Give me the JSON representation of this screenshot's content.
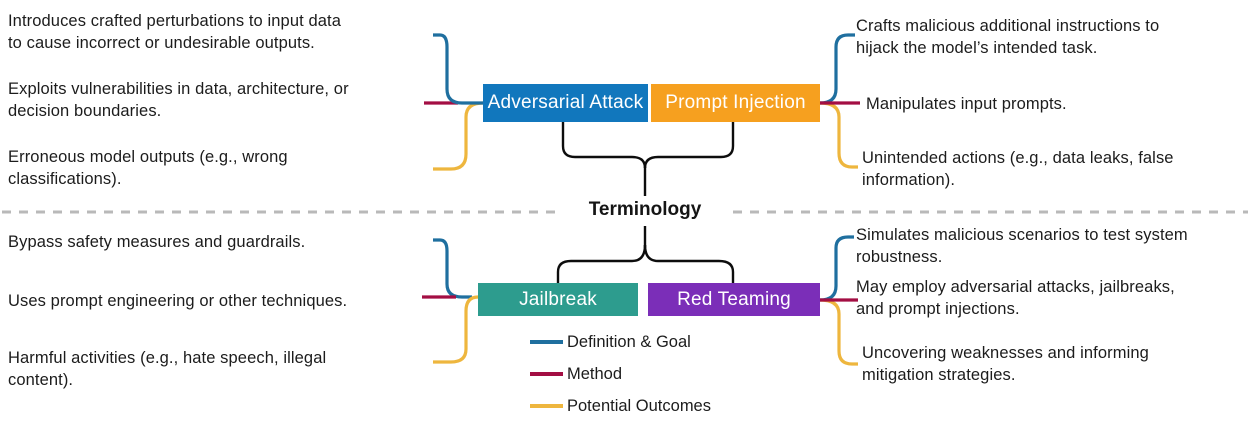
{
  "title": "Terminology",
  "colors": {
    "definition_goal": "#1f6f9f",
    "method": "#a30e43",
    "potential_outcomes": "#eeb63e",
    "adversarial_attack_box": "#1177bd",
    "prompt_injection_box": "#f6a01f",
    "jailbreak_box": "#2d9c8e",
    "red_teaming_box": "#7b2eb8",
    "divider_gray": "#b9b9b9",
    "connector_black": "#0d0d0d"
  },
  "terms": {
    "adversarial_attack": {
      "label": "Adversarial Attack"
    },
    "prompt_injection": {
      "label": "Prompt Injection"
    },
    "jailbreak": {
      "label": "Jailbreak"
    },
    "red_teaming": {
      "label": "Red Teaming"
    }
  },
  "notes": {
    "adversarial_attack": {
      "definition_goal": "Introduces crafted perturbations to input data\nto cause incorrect or undesirable outputs.",
      "method": "Exploits vulnerabilities in data, architecture, or\ndecision boundaries.",
      "potential_outcomes": "Erroneous model outputs (e.g., wrong\nclassifications)."
    },
    "prompt_injection": {
      "definition_goal": "Crafts malicious additional instructions to\nhijack the model’s intended task.",
      "method": "Manipulates input prompts.",
      "potential_outcomes": "Unintended actions (e.g., data leaks, false\ninformation)."
    },
    "jailbreak": {
      "definition_goal": "Bypass safety measures and guardrails.",
      "method": "Uses prompt engineering or other techniques.",
      "potential_outcomes": "Harmful activities (e.g., hate speech, illegal\ncontent)."
    },
    "red_teaming": {
      "definition_goal": "Simulates malicious scenarios to test system\nrobustness.",
      "method": "May employ adversarial attacks, jailbreaks,\nand prompt injections.",
      "potential_outcomes": "Uncovering weaknesses and informing\nmitigation strategies."
    }
  },
  "legend": {
    "items": [
      {
        "label": "Definition & Goal"
      },
      {
        "label": "Method"
      },
      {
        "label": "Potential Outcomes"
      }
    ]
  }
}
